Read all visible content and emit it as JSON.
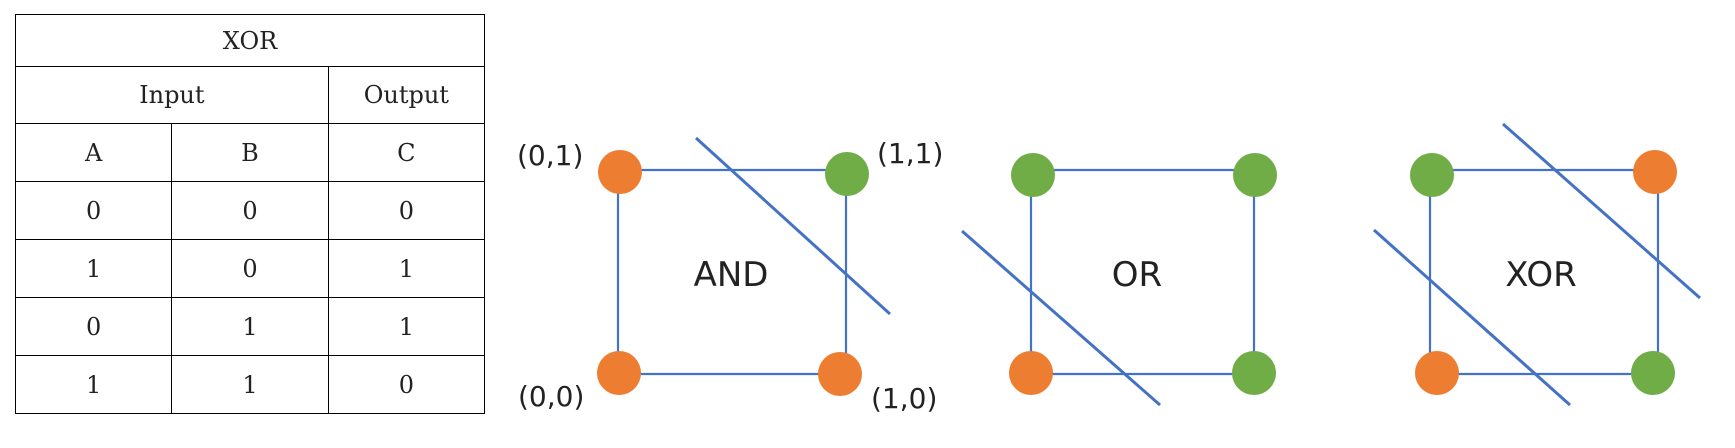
{
  "table": {
    "title": "XOR",
    "input_header": "Input",
    "output_header": "Output",
    "columns": [
      "A",
      "B",
      "C"
    ],
    "rows": [
      [
        "0",
        "0",
        "0"
      ],
      [
        "1",
        "0",
        "1"
      ],
      [
        "0",
        "1",
        "1"
      ],
      [
        "1",
        "1",
        "0"
      ]
    ]
  },
  "colors": {
    "line": "#4472C4",
    "point_false": "#ED7D31",
    "point_true": "#70AD47"
  },
  "diagrams": [
    {
      "title": "AND",
      "coordinate_labels": [
        "(0,1)",
        "(1,1)",
        "(0,0)",
        "(1,0)"
      ],
      "outputs": {
        "00": 0,
        "01": 0,
        "10": 0,
        "11": 1
      },
      "separator_count": 1
    },
    {
      "title": "OR",
      "outputs": {
        "00": 0,
        "01": 1,
        "10": 1,
        "11": 1
      },
      "separator_count": 1
    },
    {
      "title": "XOR",
      "outputs": {
        "00": 0,
        "01": 1,
        "10": 1,
        "11": 0
      },
      "separator_count": 2
    }
  ]
}
